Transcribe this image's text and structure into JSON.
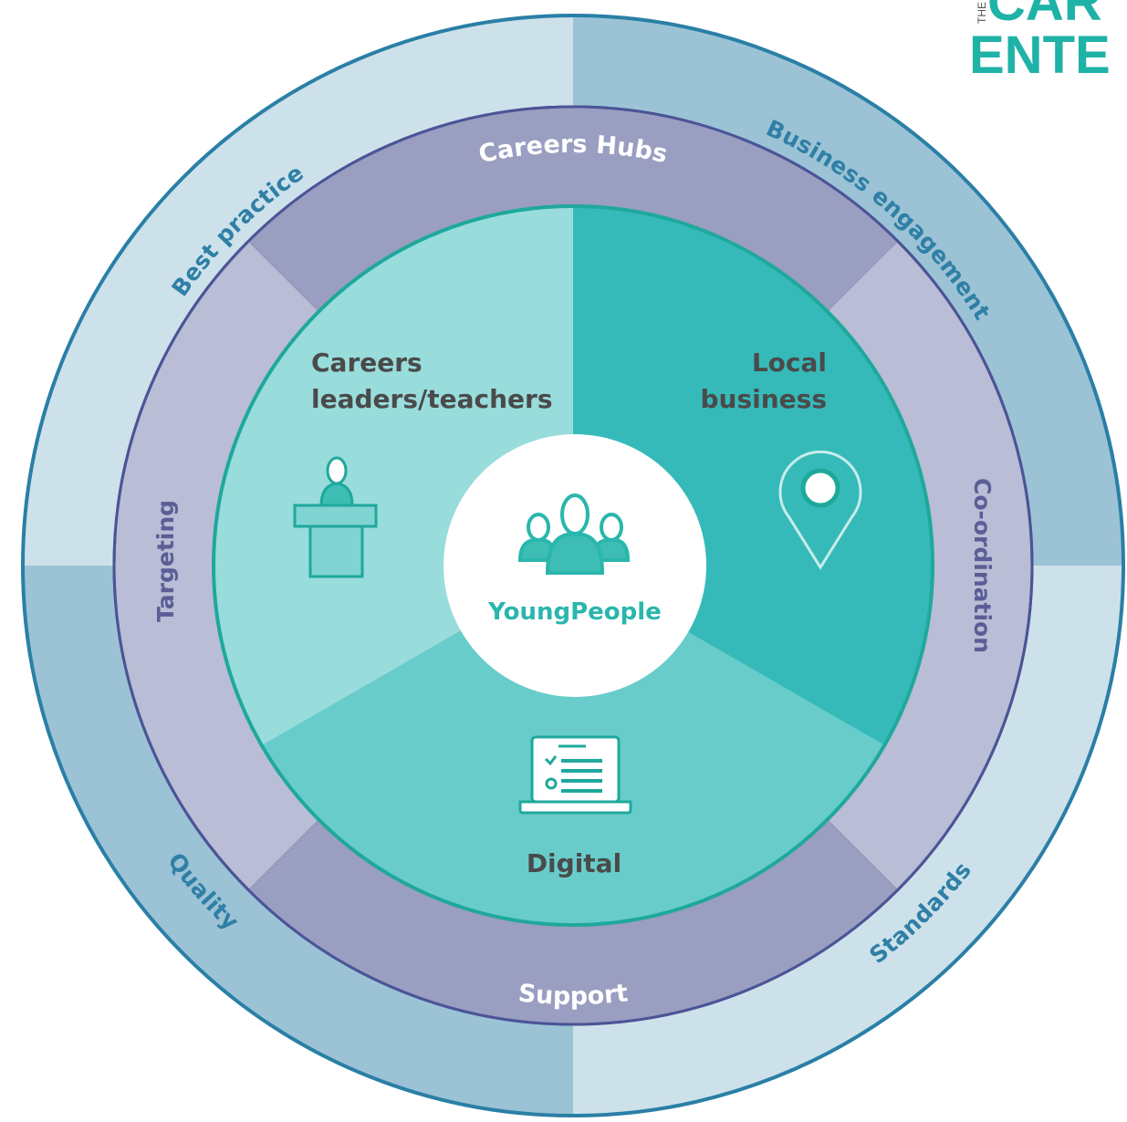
{
  "logo": {
    "prefix": "THE",
    "line1": "CAR",
    "line2": "ENTE"
  },
  "outer_ring": {
    "labels": [
      "Best practice",
      "Business engagement",
      "Standards",
      "Quality"
    ]
  },
  "middle_ring": {
    "labels": [
      "Careers Hubs",
      "Co-ordination",
      "Support",
      "Targeting"
    ]
  },
  "sectors": {
    "careers_leaders": {
      "line1": "Careers",
      "line2": "leaders/teachers",
      "icon": "lectern-icon"
    },
    "local_business": {
      "line1": "Local",
      "line2": "business",
      "icon": "location-pin-icon"
    },
    "digital": {
      "label": "Digital",
      "icon": "laptop-checklist-icon"
    }
  },
  "center": {
    "label": "YoungPeople",
    "icon": "people-group-icon"
  },
  "colors": {
    "outer_light": "#cde1ea",
    "outer_dark": "#9bc3d5",
    "outer_border": "#2a7fa6",
    "middle_dark": "#9a9ec0",
    "middle_light": "#b9bdd5",
    "middle_border": "#4b5497",
    "inner_border": "#1fa89c",
    "sector_light": "#98dcdb",
    "sector_dark": "#35bab9",
    "sector_mid": "#68cccb",
    "teal": "#29b6ad"
  }
}
